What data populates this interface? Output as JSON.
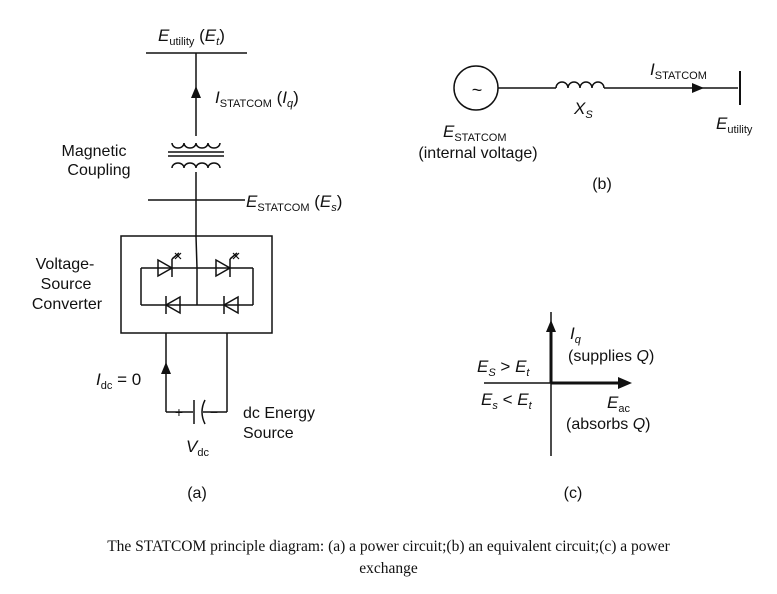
{
  "panel_a": {
    "e_utility": {
      "main": "E",
      "sub": "utility",
      "paren_open": " (",
      "paren_var": "E",
      "paren_sub": "t",
      "paren_close": ")"
    },
    "i_statcom": {
      "main": "I",
      "sub": "STATCOM",
      "paren_open": " (",
      "paren_var": "I",
      "paren_sub": "q",
      "paren_close": ")"
    },
    "magnetic_coupling": [
      "Magnetic",
      "Coupling"
    ],
    "e_statcom": {
      "main": "E",
      "sub": "STATCOM",
      "paren_open": " (",
      "paren_var": "E",
      "paren_sub": "s",
      "paren_close": ")"
    },
    "vsc_label": [
      "Voltage-",
      "Source",
      "Converter"
    ],
    "i_dc": {
      "main": "I",
      "sub": "dc",
      "rest": " = 0"
    },
    "plus": "+",
    "minus": "−",
    "v_dc": {
      "main": "V",
      "sub": "dc"
    },
    "dc_source": [
      "dc Energy",
      "Source"
    ],
    "panel_label": "(a)"
  },
  "panel_b": {
    "i_statcom": {
      "main": "I",
      "sub": "STATCOM"
    },
    "x_s": {
      "main": "X",
      "sub": "S"
    },
    "e_statcom": {
      "main": "E",
      "sub": "STATCOM"
    },
    "internal": "(internal voltage)",
    "e_utility": {
      "main": "E",
      "sub": "utility"
    },
    "source_symbol": "~",
    "panel_label": "(b)"
  },
  "panel_c": {
    "i_q": {
      "main": "I",
      "sub": "q"
    },
    "supplies": {
      "text": "(supplies ",
      "var": "Q",
      "close": ")"
    },
    "es_gt": {
      "v1": "E",
      "s1": "S",
      "op": " > ",
      "v2": "E",
      "s2": "t"
    },
    "es_lt": {
      "v1": "E",
      "s1": "s",
      "op": " < ",
      "v2": "E",
      "s2": "t"
    },
    "e_ac": {
      "main": "E",
      "sub": "ac"
    },
    "absorbs": {
      "text": "(absorbs ",
      "var": "Q",
      "close": ")"
    },
    "panel_label": "(c)"
  },
  "caption": {
    "line1": "The STATCOM principle diagram: (a) a power circuit;(b) an equivalent circuit;(c) a power",
    "line2": "exchange"
  }
}
